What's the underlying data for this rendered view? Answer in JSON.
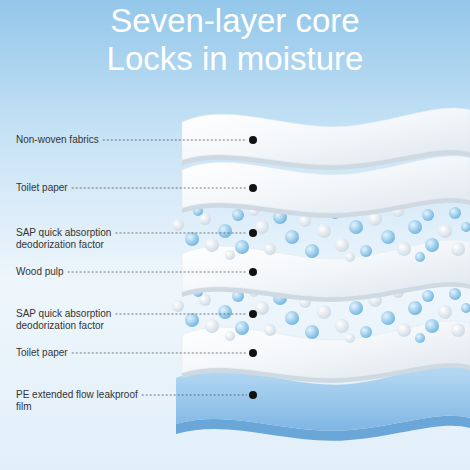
{
  "diagram": {
    "title": "Seven-layer core Locks in moisture",
    "labels": [
      "Non-woven fabrics",
      "Toilet paper",
      "SAP quick absorption deodorization factor",
      "Wood pulp",
      "SAP quick absorption deodorization factor",
      "Toilet paper",
      "PE extended flow leakproof film"
    ]
  }
}
